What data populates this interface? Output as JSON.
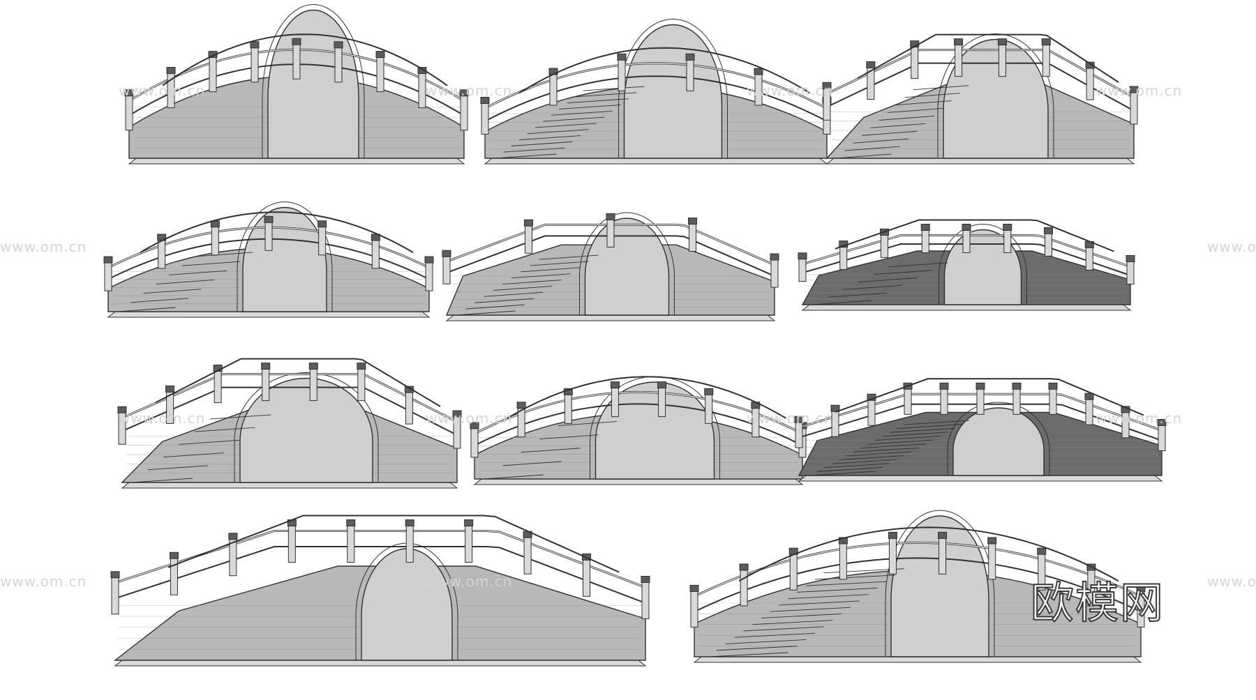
{
  "image": {
    "subject": "SketchUp-style models of 11 arched stone garden bridges",
    "colors": {
      "stone": "#b8b8b8",
      "stone_dark": "#8e8e8e",
      "stone_light": "#d9d9d9",
      "outline": "#303030",
      "background": "#ffffff"
    }
  },
  "watermark": {
    "text": "www.om.cn"
  },
  "logo": {
    "text": "欧模网"
  }
}
